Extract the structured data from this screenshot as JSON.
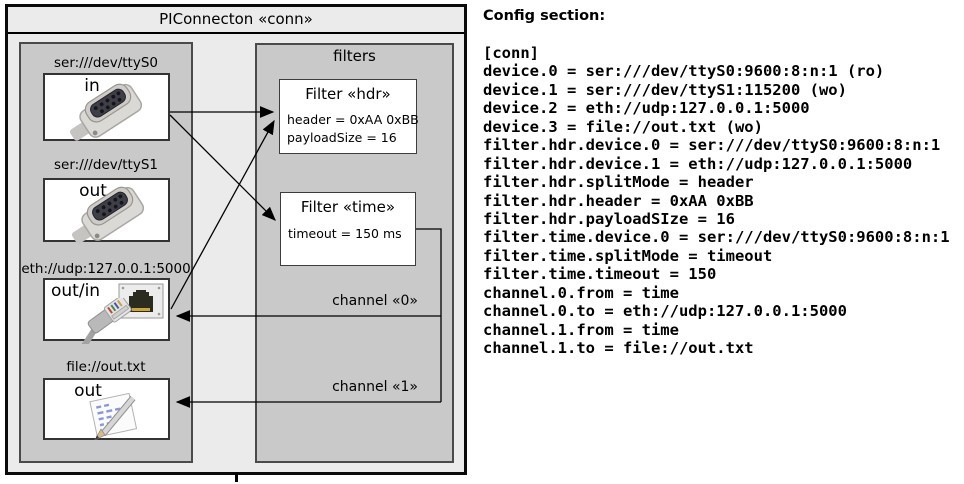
{
  "diagram": {
    "title": "PIConnecton «conn»",
    "devices": [
      {
        "label": "ser:///dev/ttyS0",
        "direction": "in",
        "icon": "serial-connector-icon"
      },
      {
        "label": "ser:///dev/ttyS1",
        "direction": "out",
        "icon": "serial-connector-icon"
      },
      {
        "label": "eth://udp:127.0.0.1:5000",
        "direction": "out/in",
        "icon": "ethernet-connector-icon"
      },
      {
        "label": "file://out.txt",
        "direction": "out",
        "icon": "file-note-icon"
      }
    ],
    "filters_label": "filters",
    "filters": [
      {
        "title": "Filter «hdr»",
        "props": [
          "header = 0xAA 0xBB",
          "payloadSize = 16"
        ]
      },
      {
        "title": "Filter «time»",
        "props": [
          "timeout = 150 ms"
        ]
      }
    ],
    "channels": [
      {
        "label": "channel «0»"
      },
      {
        "label": "channel «1»"
      }
    ],
    "colors": {
      "outer_fill": "#ebebeb",
      "group_fill": "#c9c9c9",
      "box_fill": "#ffffff",
      "line": "#000000"
    }
  },
  "config": {
    "heading": "Config section:",
    "lines": [
      "[conn]",
      "device.0 = ser:///dev/ttyS0:9600:8:n:1 (ro)",
      "device.1 = ser:///dev/ttyS1:115200 (wo)",
      "device.2 = eth://udp:127.0.0.1:5000",
      "device.3 = file://out.txt (wo)",
      "filter.hdr.device.0 = ser:///dev/ttyS0:9600:8:n:1",
      "filter.hdr.device.1 = eth://udp:127.0.0.1:5000",
      "filter.hdr.splitMode = header",
      "filter.hdr.header = 0xAA 0xBB",
      "filter.hdr.payloadSIze = 16",
      "filter.time.device.0 = ser:///dev/ttyS0:9600:8:n:1",
      "filter.time.splitMode = timeout",
      "filter.time.timeout = 150",
      "channel.0.from = time",
      "channel.0.to = eth://udp:127.0.0.1:5000",
      "channel.1.from = time",
      "channel.1.to = file://out.txt"
    ]
  }
}
